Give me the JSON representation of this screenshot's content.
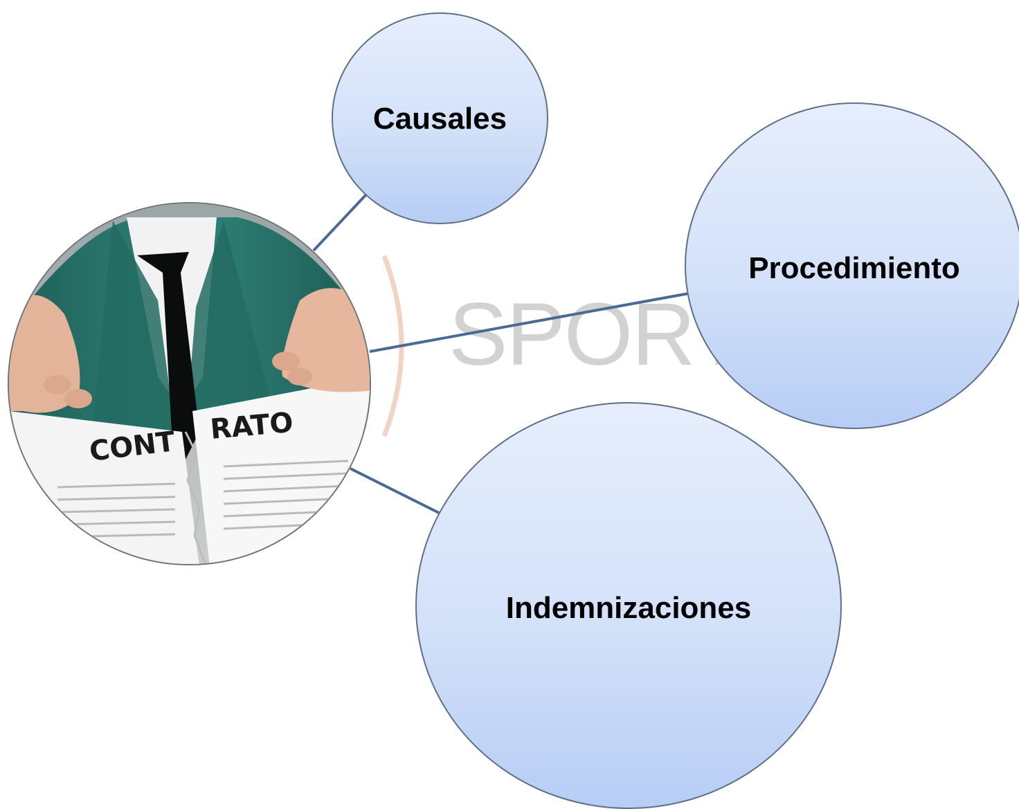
{
  "watermark": {
    "text": "SPORT"
  },
  "center": {
    "paper_text_left": "CONT",
    "paper_text_right": "RATO"
  },
  "nodes": [
    {
      "id": "causales",
      "label": "Causales"
    },
    {
      "id": "procedimiento",
      "label": "Procedimiento"
    },
    {
      "id": "indemnizaciones",
      "label": "Indemnizaciones"
    }
  ],
  "colors": {
    "bubble_top": "#e6eefc",
    "bubble_bottom": "#b7cdf5",
    "bubble_border": "#5f6f86",
    "connector": "#4a6a95",
    "suit": "#2b7a70",
    "watermark_arc": "#f3c9b5"
  }
}
